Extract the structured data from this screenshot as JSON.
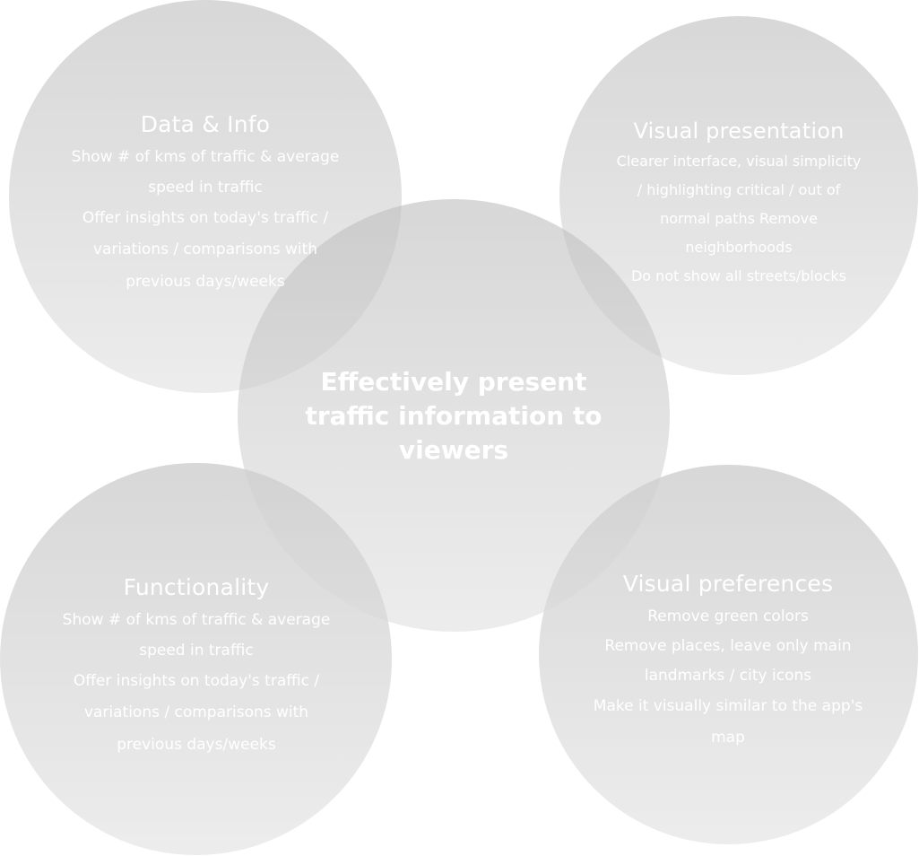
{
  "center": {
    "title": "Effectively present traffic information to viewers"
  },
  "data_info": {
    "title": "Data & Info",
    "lines": [
      "Show # of kms of traffic & average",
      "speed in traffic",
      "Offer insights on today's traffic /",
      "variations / comparisons with",
      "previous days/weeks"
    ]
  },
  "visual_presentation": {
    "title": "Visual presentation",
    "lines": [
      "Clearer interface, visual simplicity",
      "/ highlighting critical / out of",
      "normal paths Remove",
      "neighborhoods",
      "Do not show all streets/blocks"
    ]
  },
  "functionality": {
    "title": "Functionality",
    "lines": [
      "Show # of kms of traffic & average",
      "speed in traffic",
      "Offer insights on today's traffic /",
      "variations / comparisons with",
      "previous days/weeks"
    ]
  },
  "visual_preferences": {
    "title": "Visual preferences",
    "lines": [
      "Remove green colors",
      "Remove places, leave only main",
      "landmarks / city icons",
      "Make it visually similar to the app's",
      "map"
    ]
  }
}
